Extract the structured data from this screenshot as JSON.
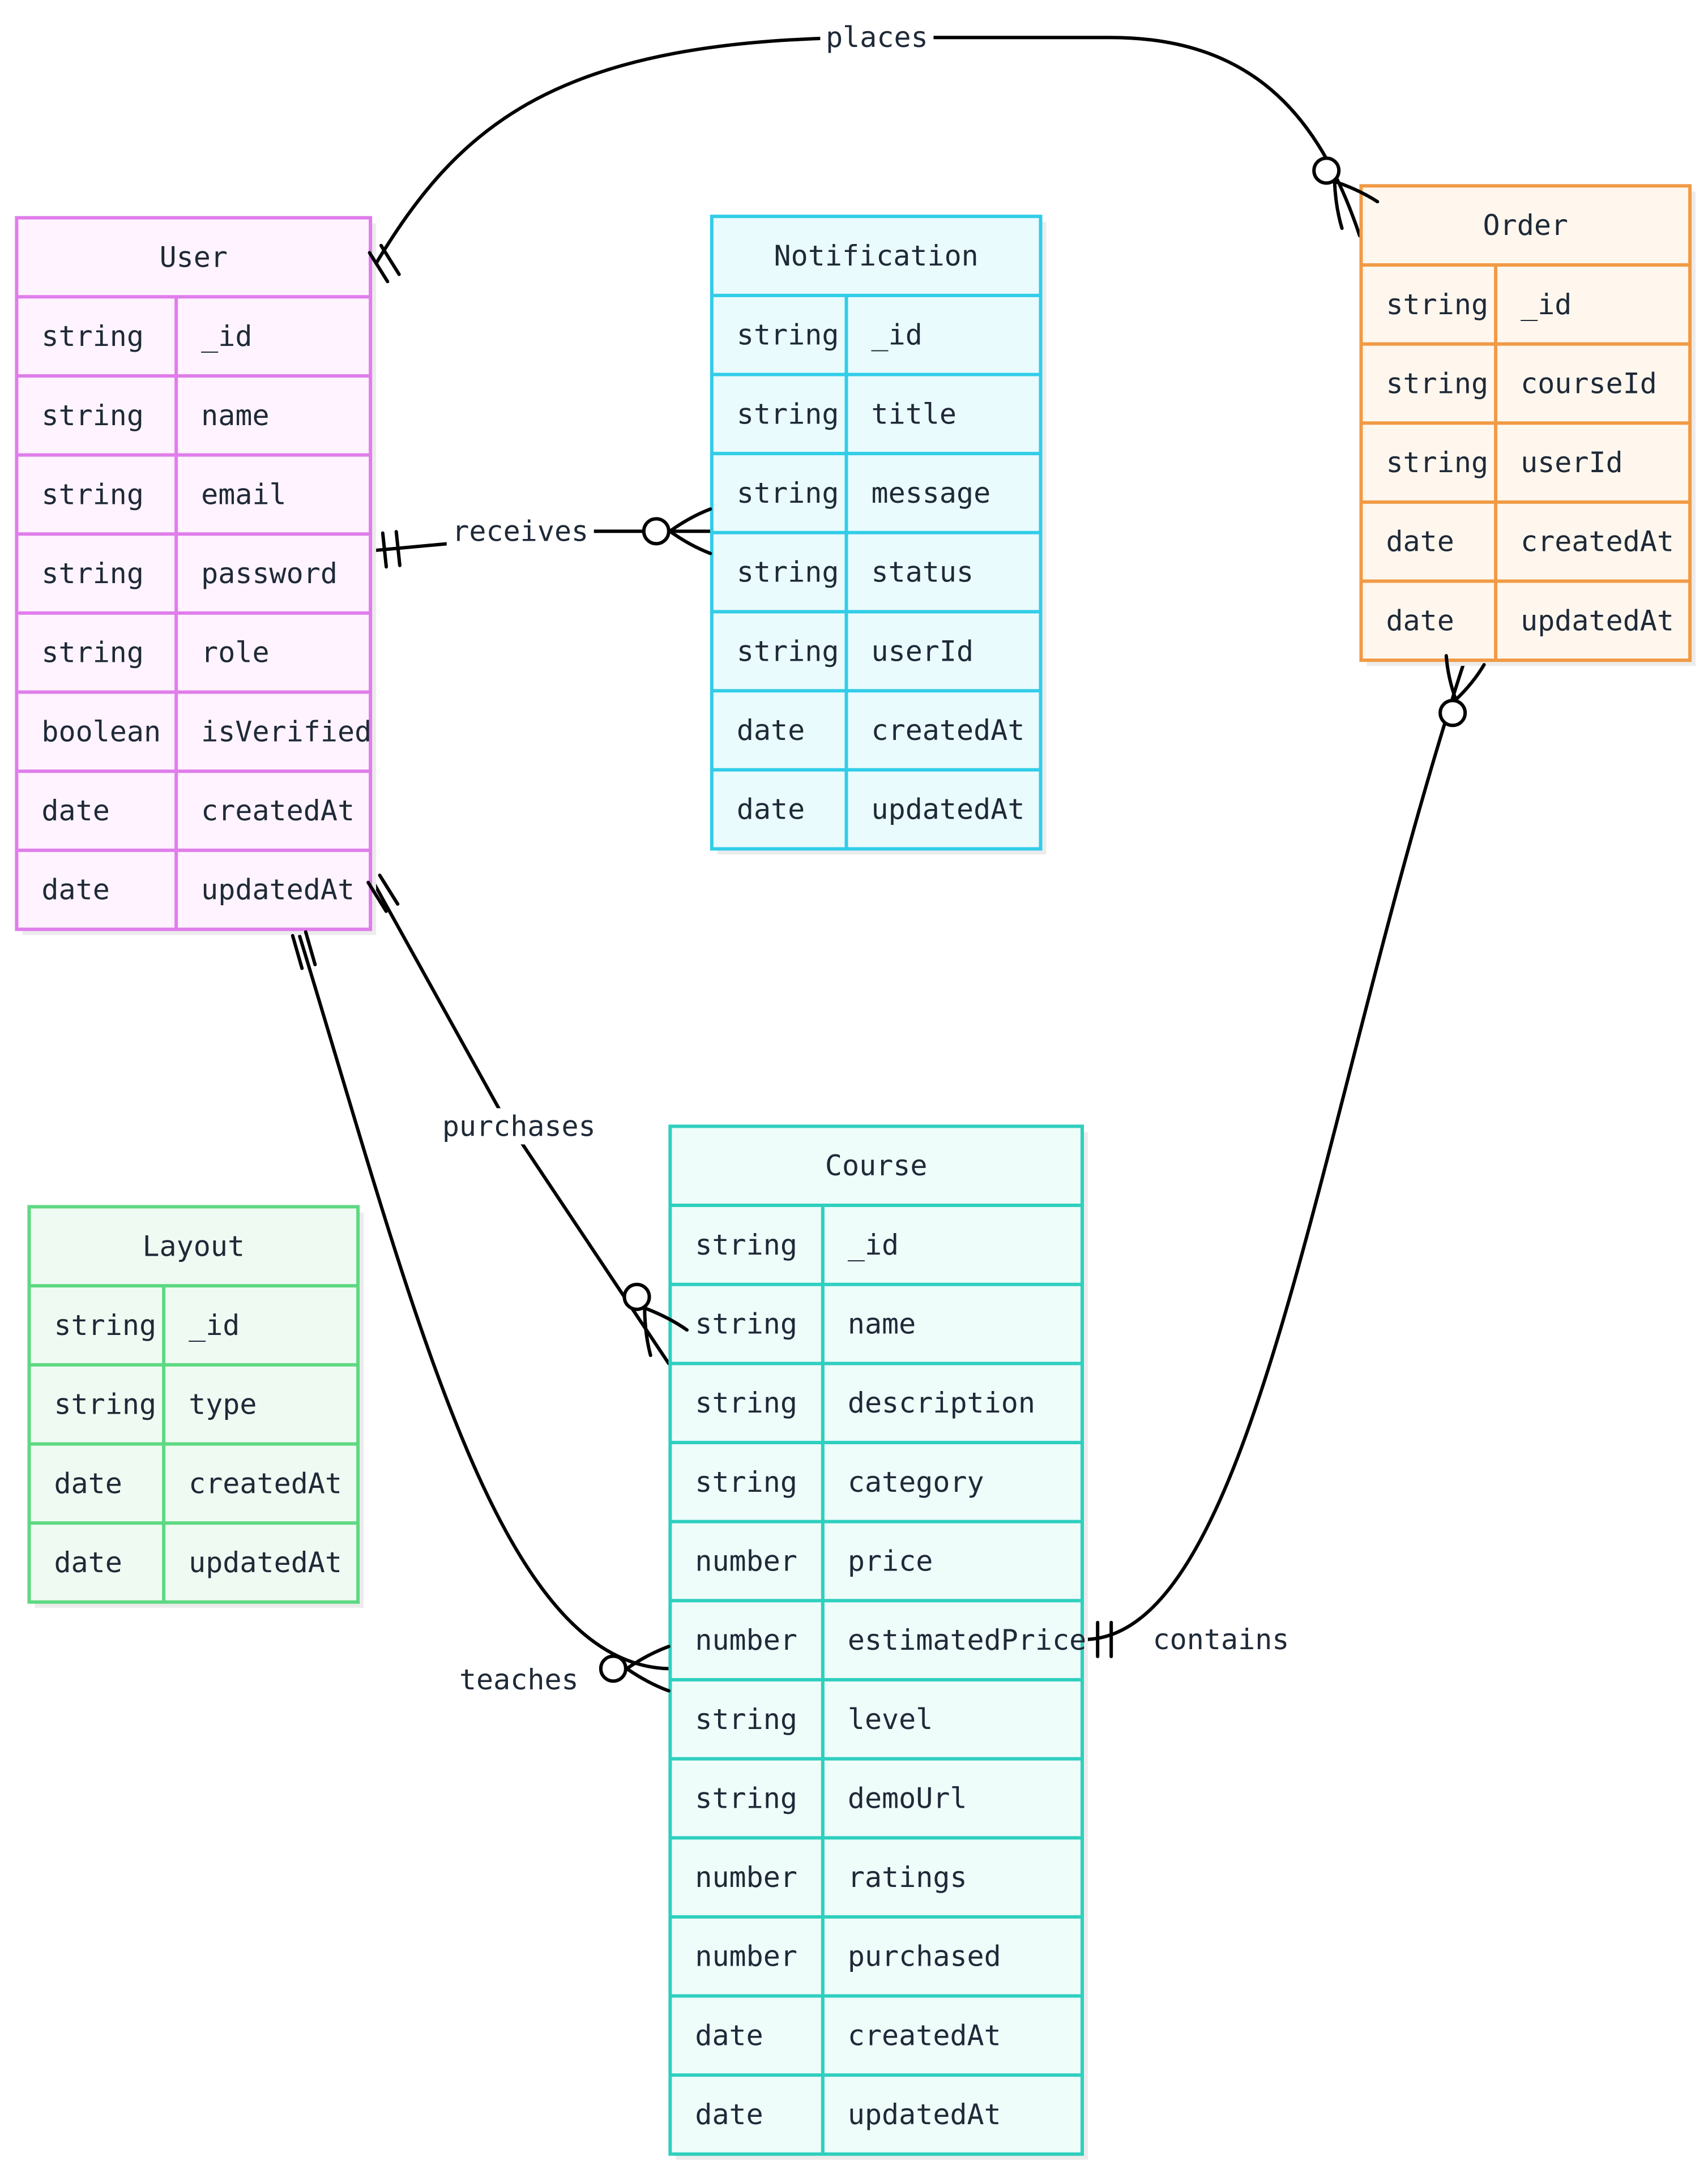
{
  "colors": {
    "user": {
      "stroke": "#E07DEB",
      "fill": "#FEF3FE"
    },
    "notification": {
      "stroke": "#31CDE8",
      "fill": "#EAFBFD"
    },
    "order": {
      "stroke": "#F09A45",
      "fill": "#FFF7EE"
    },
    "layout": {
      "stroke": "#5ED882",
      "fill": "#EFFBF2"
    },
    "course": {
      "stroke": "#2FCFBE",
      "fill": "#EEFCFA"
    }
  },
  "entities": [
    {
      "id": "user",
      "title": "User",
      "attributes": [
        {
          "type": "string",
          "name": "_id"
        },
        {
          "type": "string",
          "name": "name"
        },
        {
          "type": "string",
          "name": "email"
        },
        {
          "type": "string",
          "name": "password"
        },
        {
          "type": "string",
          "name": "role"
        },
        {
          "type": "boolean",
          "name": "isVerified"
        },
        {
          "type": "date",
          "name": "createdAt"
        },
        {
          "type": "date",
          "name": "updatedAt"
        }
      ]
    },
    {
      "id": "notification",
      "title": "Notification",
      "attributes": [
        {
          "type": "string",
          "name": "_id"
        },
        {
          "type": "string",
          "name": "title"
        },
        {
          "type": "string",
          "name": "message"
        },
        {
          "type": "string",
          "name": "status"
        },
        {
          "type": "string",
          "name": "userId"
        },
        {
          "type": "date",
          "name": "createdAt"
        },
        {
          "type": "date",
          "name": "updatedAt"
        }
      ]
    },
    {
      "id": "order",
      "title": "Order",
      "attributes": [
        {
          "type": "string",
          "name": "_id"
        },
        {
          "type": "string",
          "name": "courseId"
        },
        {
          "type": "string",
          "name": "userId"
        },
        {
          "type": "date",
          "name": "createdAt"
        },
        {
          "type": "date",
          "name": "updatedAt"
        }
      ]
    },
    {
      "id": "layout",
      "title": "Layout",
      "attributes": [
        {
          "type": "string",
          "name": "_id"
        },
        {
          "type": "string",
          "name": "type"
        },
        {
          "type": "date",
          "name": "createdAt"
        },
        {
          "type": "date",
          "name": "updatedAt"
        }
      ]
    },
    {
      "id": "course",
      "title": "Course",
      "attributes": [
        {
          "type": "string",
          "name": "_id"
        },
        {
          "type": "string",
          "name": "name"
        },
        {
          "type": "string",
          "name": "description"
        },
        {
          "type": "string",
          "name": "category"
        },
        {
          "type": "number",
          "name": "price"
        },
        {
          "type": "number",
          "name": "estimatedPrice"
        },
        {
          "type": "string",
          "name": "level"
        },
        {
          "type": "string",
          "name": "demoUrl"
        },
        {
          "type": "number",
          "name": "ratings"
        },
        {
          "type": "number",
          "name": "purchased"
        },
        {
          "type": "date",
          "name": "createdAt"
        },
        {
          "type": "date",
          "name": "updatedAt"
        }
      ]
    }
  ],
  "relationships": [
    {
      "id": "places",
      "label": "places",
      "from": "User",
      "to": "Order",
      "from_card": "exactly-one",
      "to_card": "zero-or-many"
    },
    {
      "id": "receives",
      "label": "receives",
      "from": "User",
      "to": "Notification",
      "from_card": "exactly-one",
      "to_card": "zero-or-many"
    },
    {
      "id": "purchases",
      "label": "purchases",
      "from": "User",
      "to": "Course",
      "from_card": "exactly-one",
      "to_card": "zero-or-many"
    },
    {
      "id": "teaches",
      "label": "teaches",
      "from": "User",
      "to": "Course",
      "from_card": "exactly-one",
      "to_card": "zero-or-many"
    },
    {
      "id": "contains",
      "label": "contains",
      "from": "Course",
      "to": "Order",
      "from_card": "exactly-one",
      "to_card": "zero-or-many"
    }
  ]
}
